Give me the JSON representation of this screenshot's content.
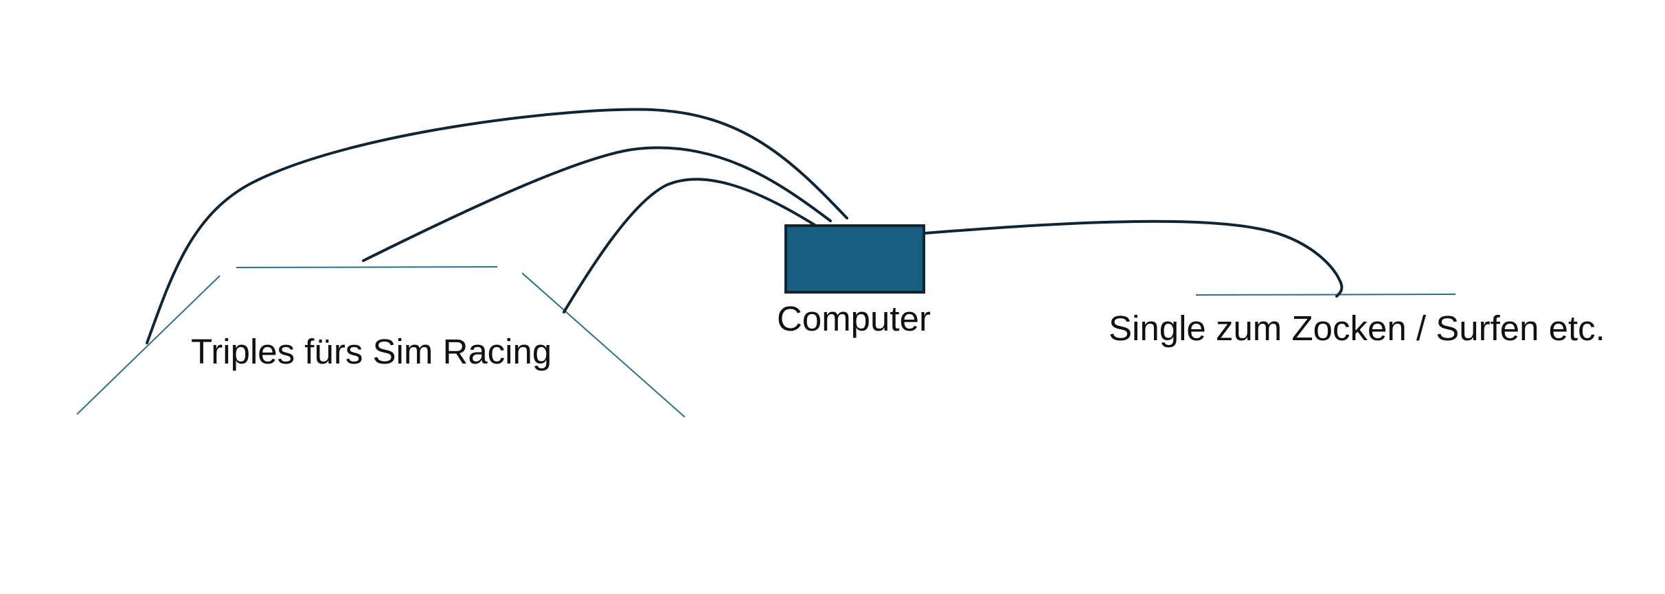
{
  "diagram": {
    "colors": {
      "background": "#ffffff",
      "monitor_line": "#2a6f8e",
      "cable": "#0f2535",
      "computer_fill": "#175e80",
      "computer_border": "#0f2535",
      "text": "#111111"
    },
    "labels": {
      "triples": "Triples fürs Sim Racing",
      "computer": "Computer",
      "single": "Single zum Zocken / Surfen etc."
    }
  }
}
